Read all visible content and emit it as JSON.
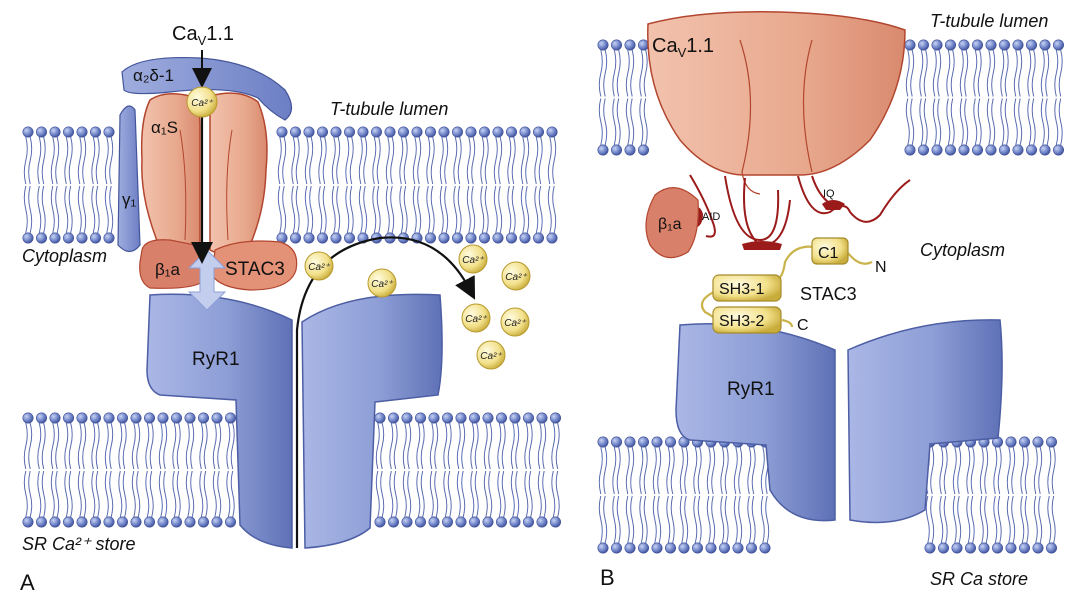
{
  "panel_a": {
    "letter": "A",
    "channel_name": "Ca",
    "channel_sub": "V",
    "channel_num": "1.1",
    "alpha2delta": "α₂δ-1",
    "alpha1s": "α₁S",
    "gamma1": "γ₁",
    "t_tubule": "T-tubule lumen",
    "cytoplasm": "Cytoplasm",
    "beta1a": "β₁a",
    "stac3": "STAC3",
    "ryr1": "RyR1",
    "sr_store": "SR Ca²⁺ store",
    "ca_ion": "Ca²⁺"
  },
  "panel_b": {
    "letter": "B",
    "channel_name": "Ca",
    "channel_sub": "V",
    "channel_num": "1.1",
    "t_tubule": "T-tubule lumen",
    "cytoplasm": "Cytoplasm",
    "beta1a": "β₁a",
    "aid": "AID",
    "iq": "IQ",
    "c1": "C1",
    "n_term": "N",
    "sh3_1": "SH3-1",
    "sh3_2": "SH3-2",
    "c_term": "C",
    "stac3": "STAC3",
    "ryr1": "RyR1",
    "sr_store": "SR Ca store"
  },
  "colors": {
    "lipid_head": "#6f84c8",
    "channel_fill": "#e8a98e",
    "channel_stroke": "#b2462f",
    "ryr_fill": "#8d9ed6",
    "ca_fill": "#f2e08a",
    "loop": "#9b1b1b"
  }
}
